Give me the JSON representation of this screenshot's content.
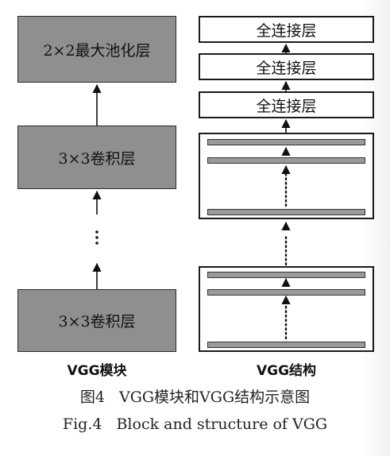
{
  "left_column": {
    "top_box_label": "2×2最大池化层",
    "mid_box_label": "3×3卷积层",
    "bottom_box_label": "3×3卷积层",
    "title": "VGG模块"
  },
  "right_column": {
    "fc_layers": [
      "全连接层",
      "全连接层",
      "全连接层"
    ],
    "title": "VGG结构"
  },
  "caption": {
    "cn_number": "图4",
    "cn_text": "VGG模块和VGG结构示意图",
    "en_number": "Fig.4",
    "en_text": "Block and structure of VGG"
  }
}
